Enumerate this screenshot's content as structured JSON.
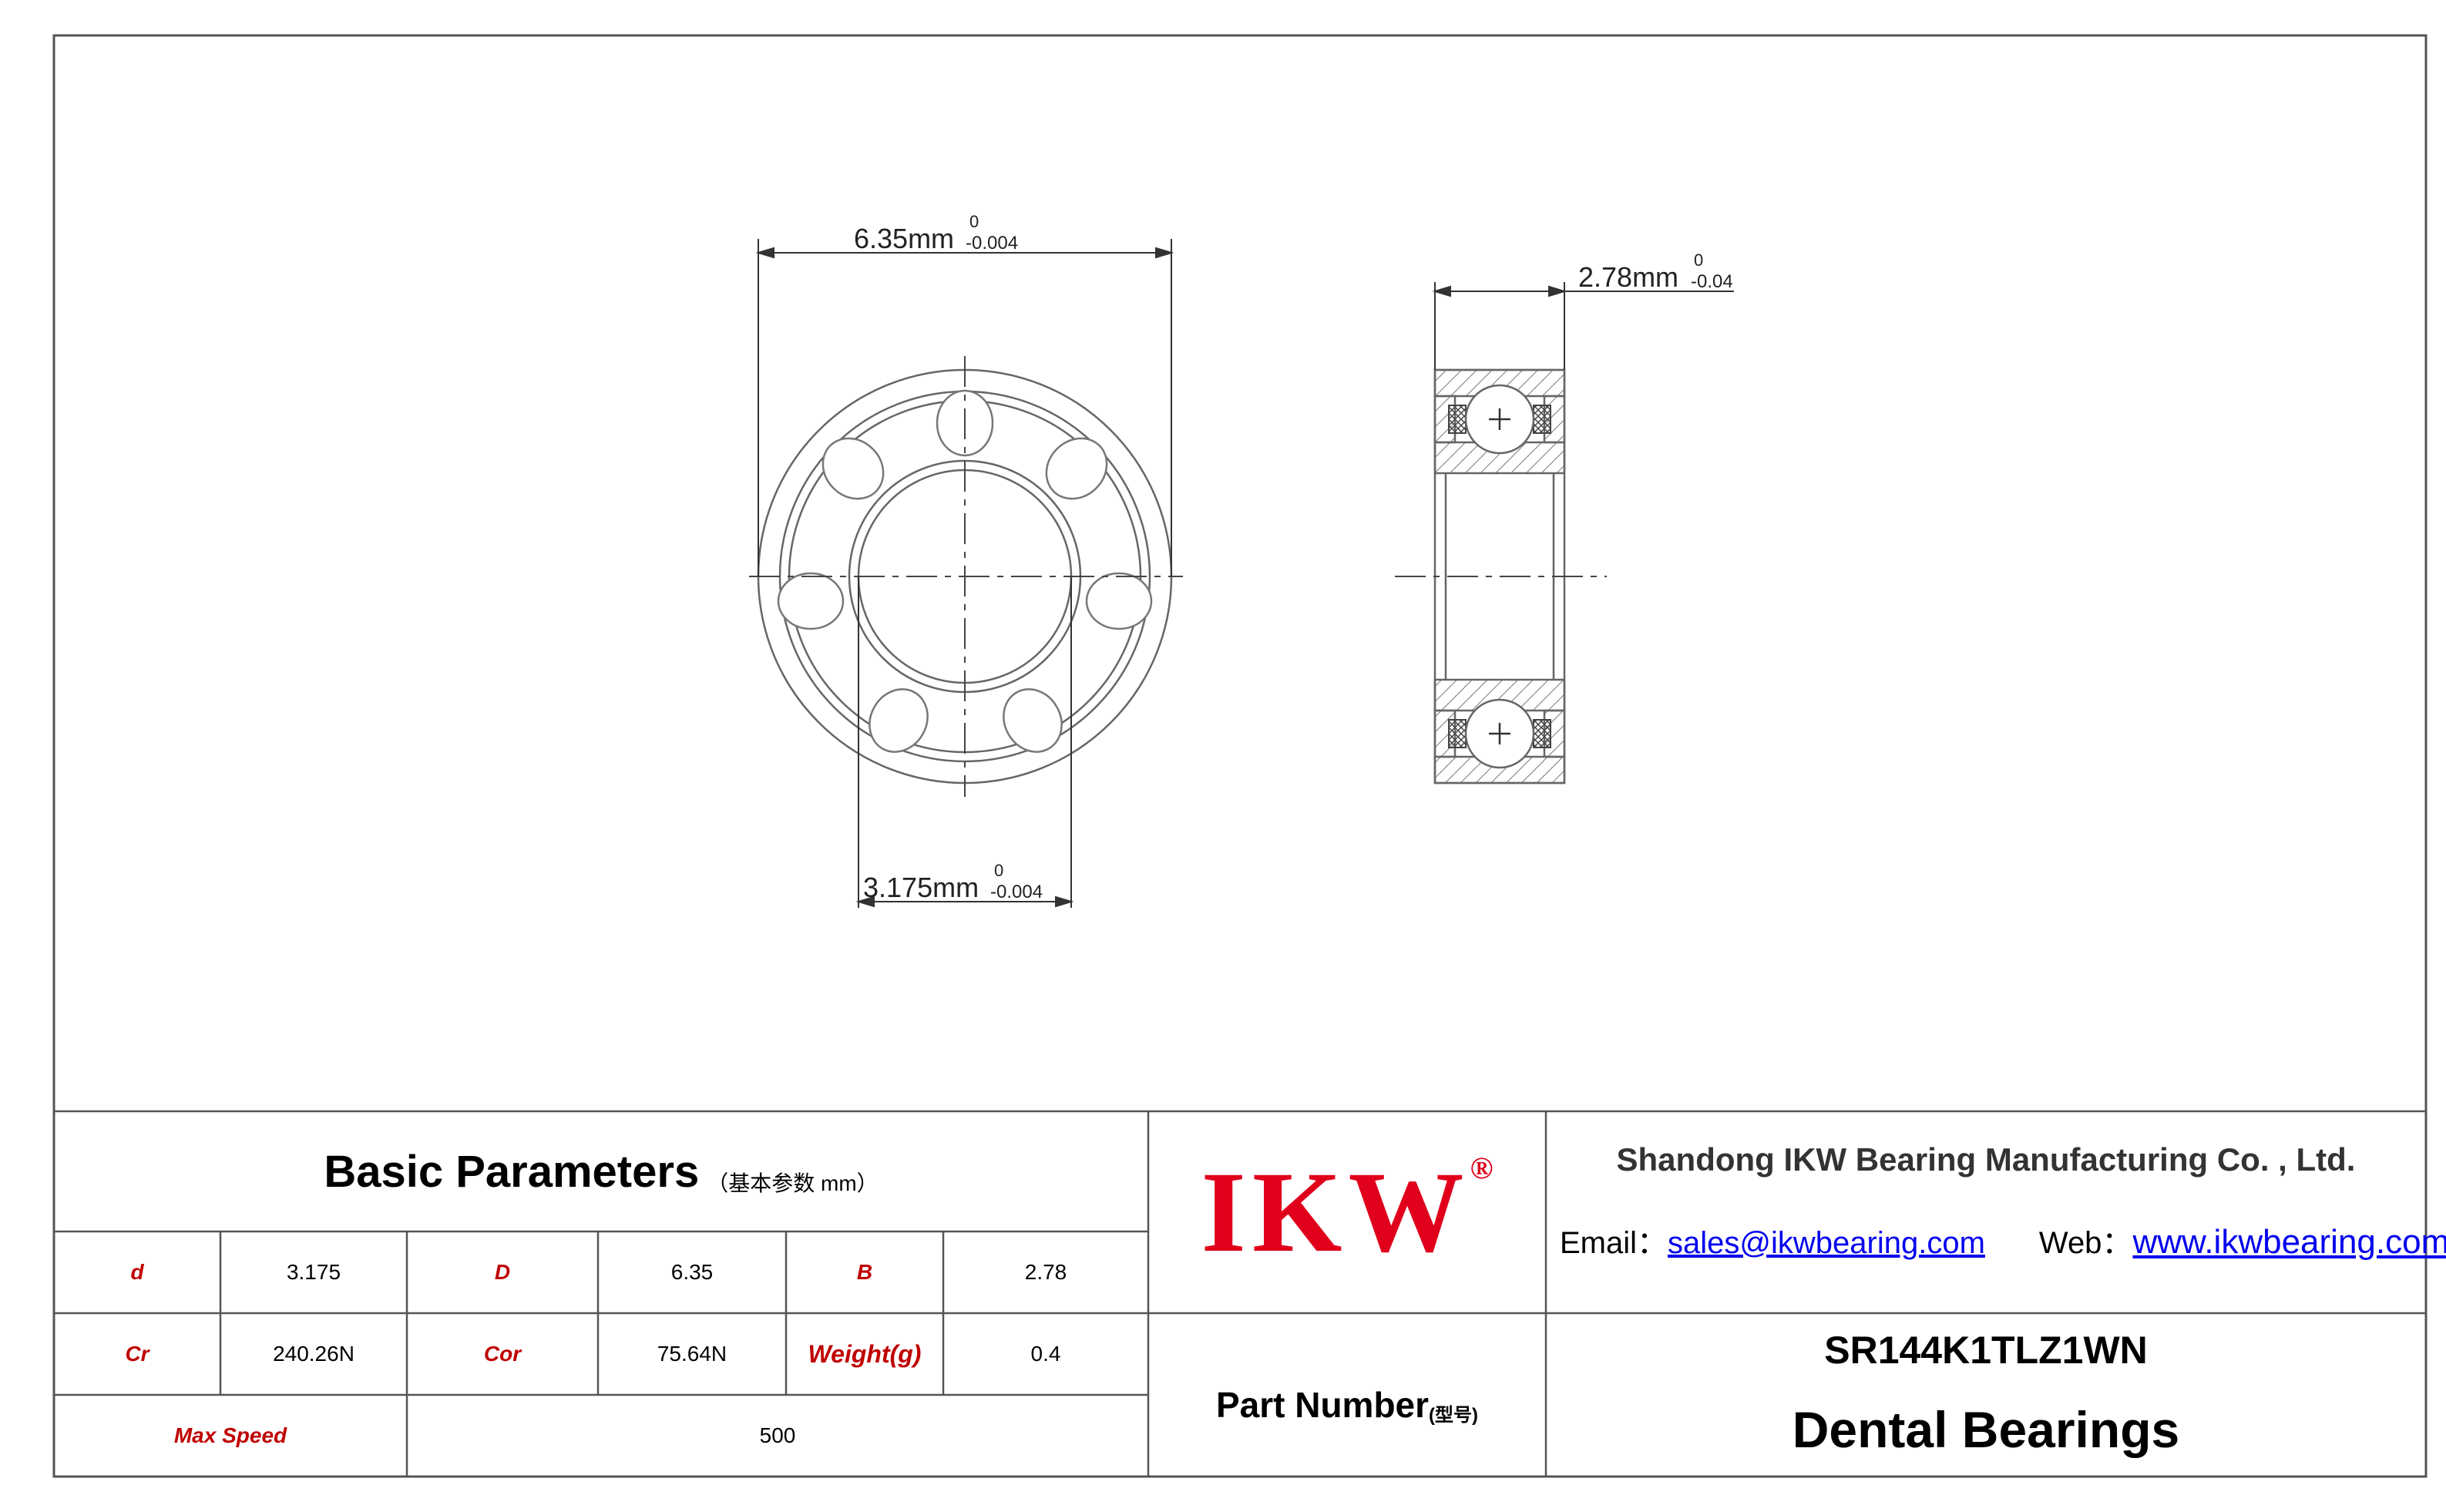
{
  "drawing": {
    "outer_diameter_dim": {
      "value": "6.35mm",
      "upper": "0",
      "lower": "-0.004"
    },
    "inner_diameter_dim": {
      "value": "3.175mm",
      "upper": "0",
      "lower": "-0.004"
    },
    "width_dim": {
      "value": "2.78mm",
      "upper": "0",
      "lower": "-0.04"
    }
  },
  "params": {
    "title": "Basic Parameters",
    "subtitle": "（基本参数 mm）",
    "rows": [
      [
        {
          "label": "d",
          "value": "3.175"
        },
        {
          "label": "D",
          "value": "6.35"
        },
        {
          "label": "B",
          "value": "2.78"
        }
      ],
      [
        {
          "label": "Cr",
          "value": "240.26N"
        },
        {
          "label": "Cor",
          "value": "75.64N"
        },
        {
          "label": "Weight(g)",
          "value": "0.4"
        }
      ]
    ],
    "max_speed_label": "Max Speed",
    "max_speed_value": "500"
  },
  "brand": {
    "logo": "IKW",
    "registered": "®",
    "logo_color": "#e0001b"
  },
  "company": {
    "name": "Shandong IKW Bearing Manufacturing Co. , Ltd.",
    "email_label": "Email：",
    "email": "sales@ikwbearing.com",
    "web_label": "Web：",
    "web": "www.ikwbearing.com"
  },
  "part": {
    "label": "Part Number",
    "label_cn": "(型号)",
    "number": "SR144K1TLZ1WN",
    "name": "Dental Bearings"
  }
}
